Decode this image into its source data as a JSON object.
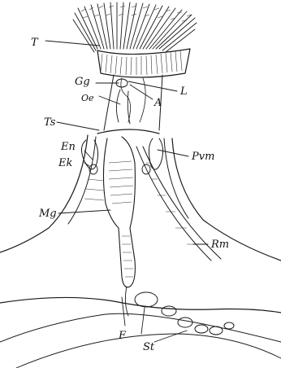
{
  "figure": {
    "labels": {
      "T": "T",
      "Gg": "Gg",
      "L": "L",
      "Oe": "Oe",
      "A": "A",
      "Ts": "Ts",
      "En": "En",
      "Ek": "Ek",
      "Pvm": "Pvm",
      "Mg": "Mg",
      "Rm": "Rm",
      "F": "F",
      "St": "St"
    }
  }
}
